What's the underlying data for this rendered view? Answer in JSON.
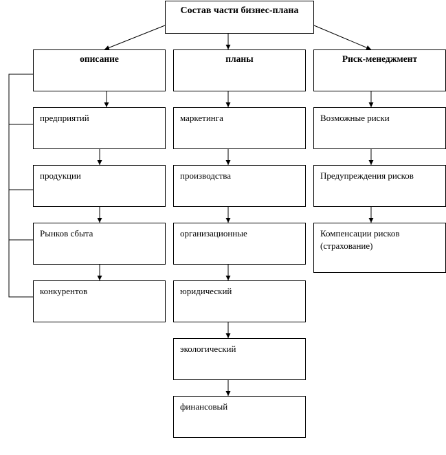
{
  "root": {
    "label": "Состав части бизнес-плана"
  },
  "columns": [
    {
      "header": "описание",
      "items": [
        "предприятий",
        "продукции",
        "Рынков сбыта",
        "конкурентов"
      ]
    },
    {
      "header": "планы",
      "items": [
        "маркетинга",
        "производства",
        "организационные",
        "юридический",
        "экологический",
        "финансовый"
      ]
    },
    {
      "header": "Риск-менеджмент",
      "items": [
        "Возможные риски",
        "Предупреждения рисков",
        "Компенсации рисков (страхование)"
      ]
    }
  ]
}
